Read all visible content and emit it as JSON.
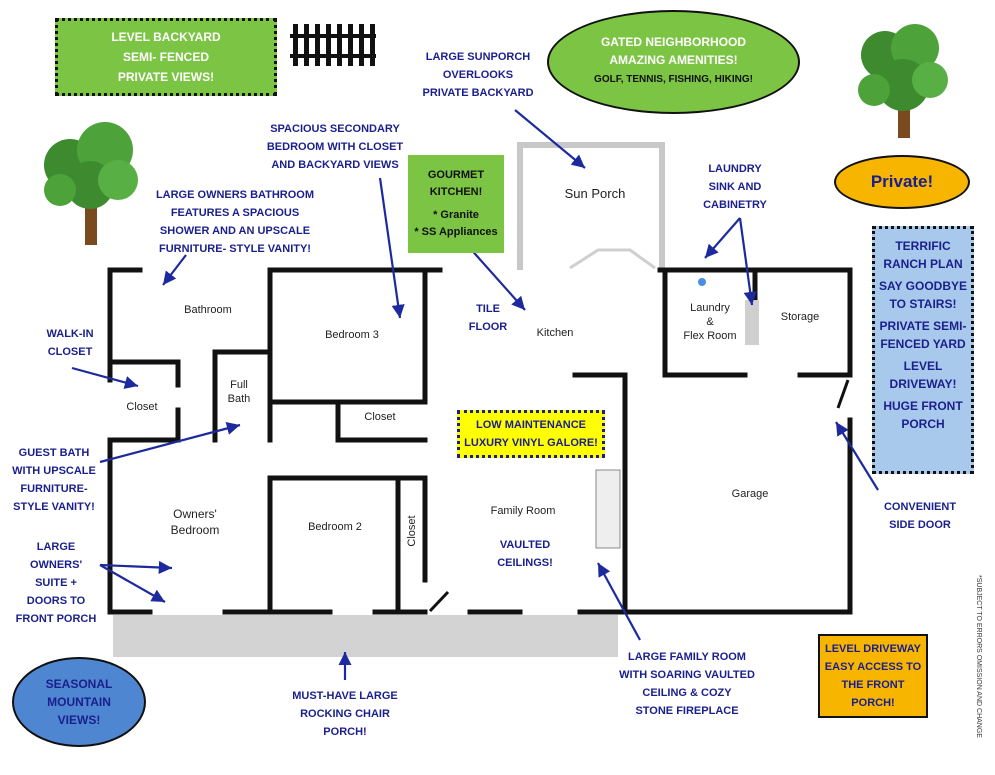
{
  "callouts": {
    "backyard": [
      "LEVEL BACKYARD",
      "SEMI- FENCED",
      "PRIVATE VIEWS!"
    ],
    "neighborhood": [
      "GATED NEIGHBORHOOD",
      "AMAZING AMENITIES!",
      "GOLF, TENNIS, FISHING, HIKING!"
    ],
    "private": "Private!",
    "ranch": [
      "TERRIFIC",
      "RANCH PLAN",
      "SAY GOODBYE",
      "TO STAIRS!",
      "PRIVATE SEMI-",
      "FENCED YARD",
      "LEVEL",
      "DRIVEWAY!",
      "HUGE FRONT",
      "PORCH"
    ],
    "kitchen": [
      "GOURMET",
      "KITCHEN!",
      "* Granite",
      "* SS Appliances"
    ],
    "vinyl": [
      "LOW MAINTENANCE",
      "LUXURY VINYL GALORE!"
    ],
    "mountain": [
      "SEASONAL",
      "MOUNTAIN",
      "VIEWS!"
    ],
    "driveway": [
      "LEVEL DRIVEWAY",
      "EASY ACCESS TO",
      "THE FRONT",
      "PORCH!"
    ]
  },
  "notes": {
    "sunporch": [
      "LARGE SUNPORCH",
      "OVERLOOKS",
      "PRIVATE BACKYARD"
    ],
    "bedroom3": [
      "SPACIOUS SECONDARY",
      "BEDROOM WITH CLOSET",
      "AND BACKYARD VIEWS"
    ],
    "owners_bath": [
      "LARGE OWNERS BATHROOM",
      "FEATURES A SPACIOUS",
      "SHOWER AND AN UPSCALE",
      "FURNITURE- STYLE VANITY!"
    ],
    "laundry": [
      "LAUNDRY",
      "SINK AND",
      "CABINETRY"
    ],
    "tile": [
      "TILE",
      "FLOOR"
    ],
    "walkin": [
      "WALK-IN",
      "CLOSET"
    ],
    "guest_bath": [
      "GUEST BATH",
      "WITH UPSCALE",
      "FURNITURE-",
      "STYLE VANITY!"
    ],
    "suite": [
      "LARGE",
      "OWNERS'",
      "SUITE +",
      "DOORS TO",
      "FRONT PORCH"
    ],
    "vaulted": [
      "VAULTED",
      "CEILINGS!"
    ],
    "family_room": [
      "LARGE FAMILY ROOM",
      "WITH SOARING VAULTED",
      "CEILING & COZY",
      "STONE FIREPLACE"
    ],
    "porch": [
      "MUST-HAVE LARGE",
      "ROCKING CHAIR",
      "PORCH!"
    ],
    "side_door": [
      "CONVENIENT",
      "SIDE DOOR"
    ]
  },
  "rooms": {
    "sun_porch": "Sun Porch",
    "bathroom": "Bathroom",
    "bedroom3": "Bedroom 3",
    "kitchen": "Kitchen",
    "laundry": [
      "Laundry",
      "&",
      "Flex Room"
    ],
    "storage": "Storage",
    "closet_walkin": "Closet",
    "full_bath": [
      "Full",
      "Bath"
    ],
    "closet_bed3": "Closet",
    "owners_bedroom": [
      "Owners'",
      "Bedroom"
    ],
    "bedroom2": "Bedroom 2",
    "closet_bed2": "Closet",
    "family_room": "Family Room",
    "garage": "Garage"
  },
  "disclaimer": "*SUBJECT TO ERRORS OMISSION AND CHANGE",
  "colors": {
    "annotation_text": "#1a1f8c",
    "arrow": "#1c2a9e",
    "wall": "#111111",
    "green_box": "#7cc444",
    "yellow_box": "#ffff00",
    "orange_box": "#f7b500",
    "blue_box": "#a9c9ec",
    "mountain_ellipse": "#4f86d1",
    "porch": "#d3d3d3"
  }
}
